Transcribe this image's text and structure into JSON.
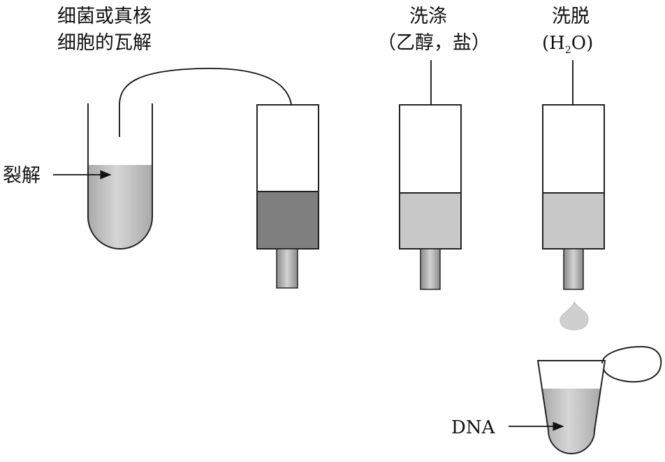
{
  "labels": {
    "lysis_line1": "细菌或真核",
    "lysis_line2": "细胞的瓦解",
    "lysis_arrow": "裂解",
    "wash_title": "洗涤",
    "wash_reagents": "（乙醇，盐）",
    "elute_title": "洗脱",
    "elute_h": "(H",
    "elute_sub": "2",
    "elute_o": "O)",
    "product": "DNA"
  },
  "colors": {
    "liquid_light": "#c4c4c4",
    "liquid_dark": "#7f7f7f",
    "outline": "#222222"
  }
}
